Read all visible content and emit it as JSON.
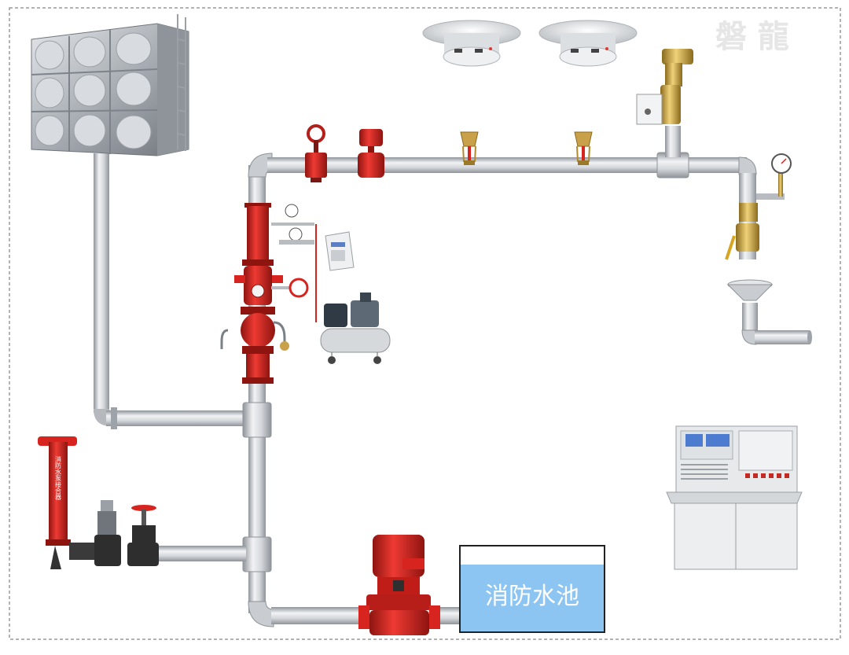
{
  "watermark": "磐 龍",
  "pool": {
    "label": "消防水池"
  },
  "connector_text": "消防水泵接合器",
  "colors": {
    "pipe": "#c9ccd0",
    "pipe_highlight": "#f2f3f5",
    "pipe_shadow": "#8f949a",
    "valve_red": "#d8241f",
    "water": "#8cc4f2",
    "frame": "#9a9a9a",
    "tank_steel": "#b9bec4"
  },
  "components": [
    {
      "name": "stainless-water-tank",
      "icon": "water-tank-icon"
    },
    {
      "name": "smoke-detector",
      "icon": "smoke-detector-icon"
    },
    {
      "name": "smoke-detector",
      "icon": "smoke-detector-icon"
    },
    {
      "name": "signal-butterfly-valve",
      "icon": "butterfly-valve-icon"
    },
    {
      "name": "water-flow-indicator",
      "icon": "flow-indicator-icon"
    },
    {
      "name": "sprinkler-head",
      "icon": "sprinkler-icon"
    },
    {
      "name": "sprinkler-head",
      "icon": "sprinkler-icon"
    },
    {
      "name": "exhaust-valve",
      "icon": "exhaust-valve-icon"
    },
    {
      "name": "pressure-gauge",
      "icon": "pressure-gauge-icon"
    },
    {
      "name": "end-test-device",
      "icon": "test-valve-icon"
    },
    {
      "name": "drain-funnel",
      "icon": "funnel-icon"
    },
    {
      "name": "preaction-alarm-valve",
      "icon": "alarm-valve-icon"
    },
    {
      "name": "control-box",
      "icon": "control-box-icon"
    },
    {
      "name": "air-compressor",
      "icon": "air-compressor-icon"
    },
    {
      "name": "pump-adapter",
      "icon": "pump-adapter-icon"
    },
    {
      "name": "fire-pump",
      "icon": "pump-icon"
    },
    {
      "name": "fire-control-panel",
      "icon": "control-panel-icon"
    }
  ]
}
